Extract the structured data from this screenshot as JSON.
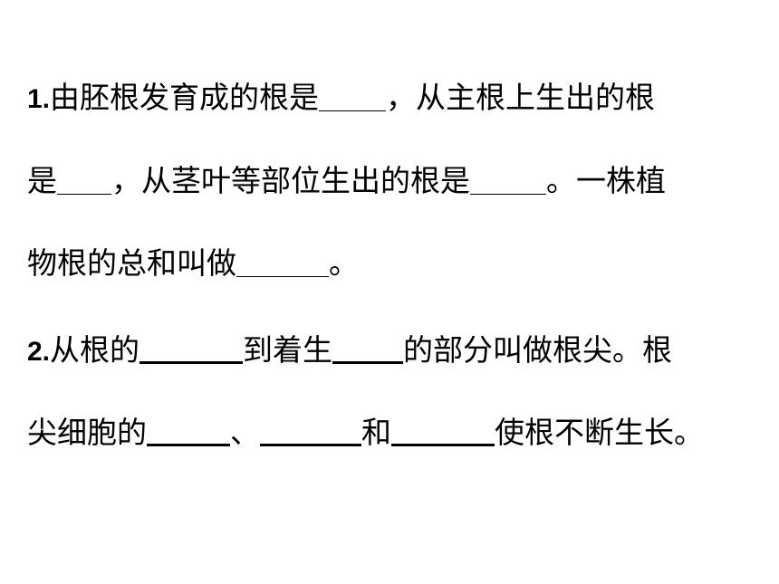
{
  "questions": [
    {
      "number": "1.",
      "lines": [
        {
          "parts": [
            "由胚根发育成的根是",
            "，从主根上生出的根"
          ]
        },
        {
          "parts": [
            "是",
            "，从茎叶等部位生出的根是",
            "。一株植"
          ]
        },
        {
          "parts": [
            "物根的总和叫做",
            "。"
          ]
        }
      ]
    },
    {
      "number": "2.",
      "lines": [
        {
          "parts": [
            "从根的",
            "到着生",
            "的部分叫做根尖。根"
          ]
        },
        {
          "parts": [
            "尖细胞的",
            "、",
            "和",
            "使根不断生长。"
          ]
        }
      ]
    }
  ]
}
